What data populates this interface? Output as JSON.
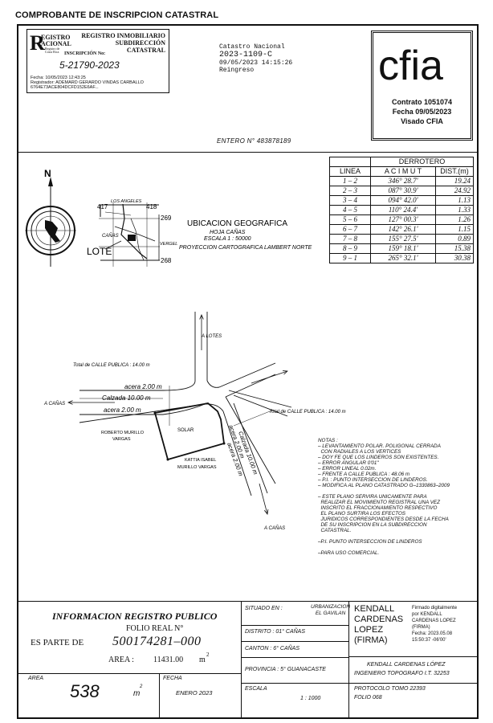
{
  "document": {
    "title": "COMPROBANTE DE INSCRIPCION CATASTRAL"
  },
  "registry_stamp": {
    "logo_lines": [
      "EGISTRO",
      "ACIONAL",
      "Registro de",
      "Costa Rica"
    ],
    "org_lines": [
      "REGISTRO INMOBILIARIO",
      "SUBDIRECCIÓN",
      "CATASTRAL"
    ],
    "inscription_label": "INSCRIPCIÓN No:",
    "inscription_number": "5-21790-2023",
    "fecha": "Fecha: 10/05/2023 12:43:25",
    "registrador": "Registrador: ADEMARD GERARDO VINDAS CARBALLO",
    "hash": "6764E73ACE804DCFD152E6AF... "
  },
  "catastro": {
    "line1": "Catastro Nacional",
    "line2": "2023-1109-C",
    "line3": "09/05/2023 14:15:26",
    "line4": "Reingreso"
  },
  "cfia": {
    "logo_text": "cfia",
    "contrato": "Contrato 1051074",
    "fecha": "Fecha 09/05/2023",
    "visado": "Visado CFIA"
  },
  "entero": "ENTERO N° 483878189",
  "location_map": {
    "north": "N",
    "lote": "LOTE",
    "los_angeles": "LOS ANGELES",
    "canas": "CAÑAS",
    "vergel": "VERGEL",
    "grid_417": "417",
    "grid_418": "418",
    "grid_269": "269",
    "grid_268": "268",
    "ubicacion_title": "UBICACION GEOGRAFICA",
    "hoja": "HOJA CAÑAS",
    "escala": "ESCALA 1 : 50000",
    "proyeccion": "PROYECCION CARTOGRAFICA LAMBERT NORTE"
  },
  "derrotero": {
    "title": "DERROTERO",
    "headers": [
      "LINEA",
      "A C I M U T",
      "DIST.(m)"
    ],
    "rows": [
      [
        "1 – 2",
        "346° 28.7'",
        "19.24"
      ],
      [
        "2 – 3",
        "087° 30.9'",
        "24.92"
      ],
      [
        "3 – 4",
        "094° 42.0'",
        "1.13"
      ],
      [
        "4 – 5",
        "110° 24.4'",
        "1.33"
      ],
      [
        "5 – 6",
        "127° 00.3'",
        "1.26"
      ],
      [
        "6 – 7",
        "142° 26.1'",
        "1.15"
      ],
      [
        "7 – 8",
        "155° 27.5'",
        "0.89"
      ],
      [
        "8 – 9",
        "159° 18.1'",
        "15.38"
      ],
      [
        "9 – 1",
        "265° 32.1'",
        "30.38"
      ]
    ]
  },
  "plan": {
    "a_lotes": "A LOTES",
    "a_canas_left": "A CAÑAS",
    "a_canas_bottom": "A CAÑAS",
    "calle_top": "Total de CALLE PUBLICA : 14.00 m",
    "calle_right": "Total de CALLE PUBLICA : 14.00 m",
    "acera_top": "acera 2.00 m",
    "calzada_top": "Calzada 10.00 m",
    "acera_bottom": "acera 2.00 m",
    "acera_r1": "acera 2.00 m",
    "calzada_r": "Calzada 10.00 m",
    "acera_r2": "acera 2.00 m",
    "solar": "SOLAR",
    "neighbor_left": [
      "ROBERTO MURILLO",
      "VARGAS"
    ],
    "neighbor_bottom": [
      "KATTIA ISABEL",
      "MURILLO VARGAS"
    ]
  },
  "notes": {
    "title": "NOTAS :",
    "items": [
      "– LEVANTAMIENTO POLAR. POLIGONAL CERRADA",
      "  CON RADIALES A LOS VERTICES",
      "– DOY FE QUE LOS LINDEROS SON EXISTENTES.",
      "– ERROR ANGULAR 0'01''",
      "– ERROR LINEAL 0.02m.",
      "– FRENTE A CALLE PUBLICA : 48.06 m",
      "– P.I. : PUNTO INTERSECCION DE LINDEROS.",
      "– MODIFICA AL PLANO CATASTRADO G–1330863–2009",
      "",
      "– ESTE PLANO SERVIRA UNICAMENTE PARA",
      "  REALIZAR EL MOVIMIENTO REGISTRAL UNA VEZ",
      "  INSCRITO EL FRACCIONAMIENTO RESPECTIVO",
      "  EL PLANO SURTIRA LOS EFECTOS",
      "  JURIDICOS CORRESPONDIENTES DESDE LA FECHA",
      "  DE SU INSCRIPCION EN LA SUBDIRECCION",
      "  CATASTRAL.",
      "",
      "–P.I. PUNTO INTERSECCION DE LINDEROS",
      "",
      "–PARA USO COMERCIAL."
    ]
  },
  "info_registro": {
    "title": "INFORMACION  REGISTRO  PUBLICO",
    "folio_label": "FOLIO REAL N°",
    "es_parte_de": "ES PARTE DE",
    "folio_number": "500174281–000",
    "area_label": "AREA :",
    "area_value": "11431.00",
    "area_unit": "m",
    "area_unit_exp": "2"
  },
  "bottom_left": {
    "area_label": "AREA",
    "area_value": "538",
    "area_unit": "m",
    "area_unit_exp": "2",
    "fecha_label": "FECHA",
    "fecha_value": "ENERO 2023"
  },
  "location_info": {
    "situado_label": "SITUADO EN :",
    "situado_value": [
      "URBANIZACION",
      "EL GAVILAN"
    ],
    "distrito": "DISTRITO :  01° CAÑAS",
    "canton": "CANTON :   6° CAÑAS",
    "provincia": "PROVINCIA :  5° GUANACASTE",
    "escala_label": "ESCALA",
    "escala_value": "1 : 1000"
  },
  "signature": {
    "name_lines": [
      "KENDALL",
      "CARDENAS",
      "LOPEZ",
      "(FIRMA)"
    ],
    "digital_lines": [
      "Firmado digitalmente",
      "por KENDALL",
      "CARDENAS LOPEZ",
      "(FIRMA)",
      "Fecha: 2023.05.08",
      "15:50:37 -06'00'"
    ],
    "engineer_line1": "KENDALL  CARDENAS  LÓPEZ",
    "engineer_line2": "INGENIERO TOPOGRAFO I.T.  32253",
    "protocolo": "PROTOCOLO TOMO 22393",
    "folio": "FOLIO 068"
  }
}
